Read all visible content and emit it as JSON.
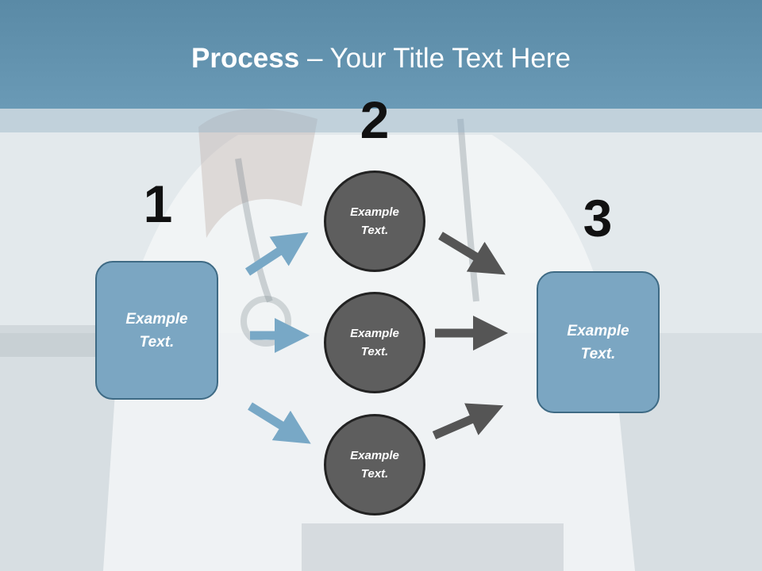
{
  "title": {
    "bold": "Process",
    "rest": " – Your Title Text Here"
  },
  "steps": {
    "one": "1",
    "two": "2",
    "three": "3"
  },
  "left_box": {
    "text": "Example Text."
  },
  "right_box": {
    "text": "Example Text."
  },
  "circles": [
    {
      "text": "Example Text."
    },
    {
      "text": "Example Text."
    },
    {
      "text": "Example Text."
    }
  ],
  "colors": {
    "header": "#6a9ab6",
    "box_fill": "#7ba6c2",
    "circle_fill": "#5e5e5e",
    "arrow_blue": "#78a8c6",
    "arrow_gray": "#555555"
  }
}
